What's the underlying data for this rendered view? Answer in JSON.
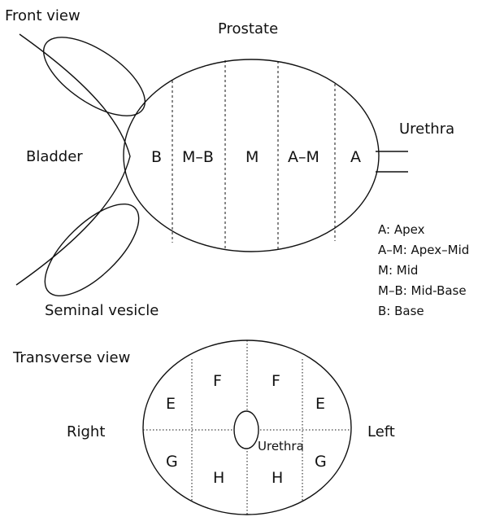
{
  "front_view": {
    "title": "Front view",
    "prostate_label": "Prostate",
    "bladder_label": "Bladder",
    "urethra_label": "Urethra",
    "seminal_vesicle_label": "Seminal vesicle",
    "zones": [
      "B",
      "M–B",
      "M",
      "A–M",
      "A"
    ],
    "legend": [
      "A: Apex",
      "A–M: Apex–Mid",
      "M: Mid",
      "M–B: Mid-Base",
      "B: Base"
    ]
  },
  "transverse_view": {
    "title": "Transverse view",
    "right_label": "Right",
    "left_label": "Left",
    "urethra_label": "Urethra",
    "sectors": {
      "e_left": "E",
      "f_left": "F",
      "f_right": "F",
      "e_right": "E",
      "g_left": "G",
      "h_left": "H",
      "h_right": "H",
      "g_right": "G"
    }
  }
}
